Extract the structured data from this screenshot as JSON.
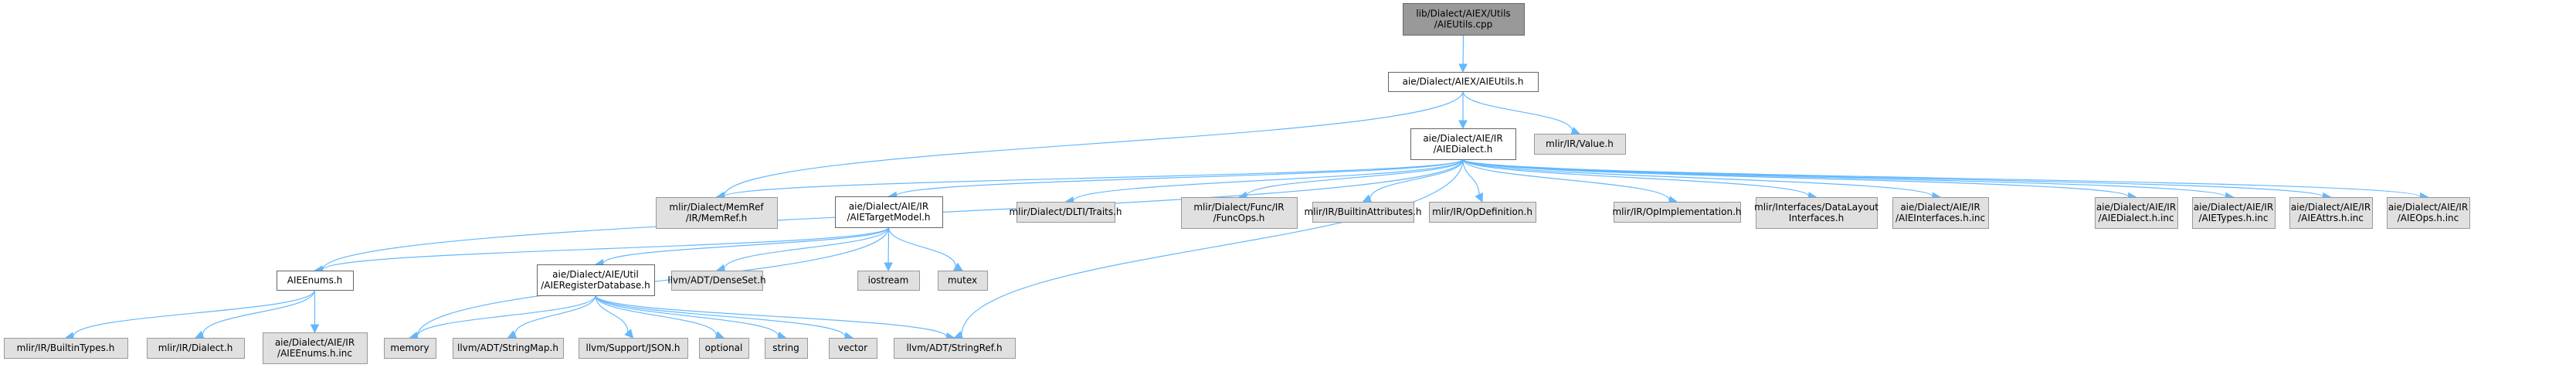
{
  "diagram": {
    "type": "include-dependency-graph",
    "colors": {
      "root_fill": "#999999",
      "root_border": "#666666",
      "documented_fill": "#ffffff",
      "documented_border": "#666666",
      "external_fill": "#e0e0e0",
      "external_border": "#999999",
      "edge": "#63b8ff"
    },
    "nodes": [
      {
        "id": "root",
        "lines": [
          "lib/Dialect/AIEX/Utils",
          "/AIEUtils.cpp"
        ],
        "kind": "root"
      },
      {
        "id": "aieutils_h",
        "lines": [
          "aie/Dialect/AIEX/AIEUtils.h"
        ],
        "kind": "documented"
      },
      {
        "id": "aiedialect_h",
        "lines": [
          "aie/Dialect/AIE/IR",
          "/AIEDialect.h"
        ],
        "kind": "documented"
      },
      {
        "id": "value_h",
        "lines": [
          "mlir/IR/Value.h"
        ],
        "kind": "external"
      },
      {
        "id": "memref_h",
        "lines": [
          "mlir/Dialect/MemRef",
          "/IR/MemRef.h"
        ],
        "kind": "external"
      },
      {
        "id": "targetmodel_h",
        "lines": [
          "aie/Dialect/AIE/IR",
          "/AIETargetModel.h"
        ],
        "kind": "documented"
      },
      {
        "id": "dlti_traits",
        "lines": [
          "mlir/Dialect/DLTI/Traits.h"
        ],
        "kind": "external"
      },
      {
        "id": "funcops",
        "lines": [
          "mlir/Dialect/Func/IR",
          "/FuncOps.h"
        ],
        "kind": "external"
      },
      {
        "id": "builtinattrs",
        "lines": [
          "mlir/IR/BuiltinAttributes.h"
        ],
        "kind": "external"
      },
      {
        "id": "opdefinition",
        "lines": [
          "mlir/IR/OpDefinition.h"
        ],
        "kind": "external"
      },
      {
        "id": "opimplementation",
        "lines": [
          "mlir/IR/OpImplementation.h"
        ],
        "kind": "external"
      },
      {
        "id": "datalayout",
        "lines": [
          "mlir/Interfaces/DataLayout",
          "Interfaces.h"
        ],
        "kind": "external"
      },
      {
        "id": "aieinterfaces_inc",
        "lines": [
          "aie/Dialect/AIE/IR",
          "/AIEInterfaces.h.inc"
        ],
        "kind": "external"
      },
      {
        "id": "aiedialect_inc",
        "lines": [
          "aie/Dialect/AIE/IR",
          "/AIEDialect.h.inc"
        ],
        "kind": "external"
      },
      {
        "id": "aietypes_inc",
        "lines": [
          "aie/Dialect/AIE/IR",
          "/AIETypes.h.inc"
        ],
        "kind": "external"
      },
      {
        "id": "aieattrs_inc",
        "lines": [
          "aie/Dialect/AIE/IR",
          "/AIEAttrs.h.inc"
        ],
        "kind": "external"
      },
      {
        "id": "aieops_inc",
        "lines": [
          "aie/Dialect/AIE/IR",
          "/AIEOps.h.inc"
        ],
        "kind": "external"
      },
      {
        "id": "aieenums_h",
        "lines": [
          "AIEEnums.h"
        ],
        "kind": "documented"
      },
      {
        "id": "regdb_h",
        "lines": [
          "aie/Dialect/AIE/Util",
          "/AIERegisterDatabase.h"
        ],
        "kind": "documented"
      },
      {
        "id": "denseset",
        "lines": [
          "llvm/ADT/DenseSet.h"
        ],
        "kind": "external"
      },
      {
        "id": "iostream",
        "lines": [
          "iostream"
        ],
        "kind": "external"
      },
      {
        "id": "mutex",
        "lines": [
          "mutex"
        ],
        "kind": "external"
      },
      {
        "id": "builtintypes",
        "lines": [
          "mlir/IR/BuiltinTypes.h"
        ],
        "kind": "external"
      },
      {
        "id": "dialect_h",
        "lines": [
          "mlir/IR/Dialect.h"
        ],
        "kind": "external"
      },
      {
        "id": "aieenums_inc",
        "lines": [
          "aie/Dialect/AIE/IR",
          "/AIEEnums.h.inc"
        ],
        "kind": "external"
      },
      {
        "id": "memory",
        "lines": [
          "memory"
        ],
        "kind": "external"
      },
      {
        "id": "stringmap",
        "lines": [
          "llvm/ADT/StringMap.h"
        ],
        "kind": "external"
      },
      {
        "id": "json",
        "lines": [
          "llvm/Support/JSON.h"
        ],
        "kind": "external"
      },
      {
        "id": "optional",
        "lines": [
          "optional"
        ],
        "kind": "external"
      },
      {
        "id": "string",
        "lines": [
          "string"
        ],
        "kind": "external"
      },
      {
        "id": "vector",
        "lines": [
          "vector"
        ],
        "kind": "external"
      },
      {
        "id": "stringref",
        "lines": [
          "llvm/ADT/StringRef.h"
        ],
        "kind": "external"
      }
    ],
    "edges": [
      [
        "root",
        "aieutils_h"
      ],
      [
        "aieutils_h",
        "aiedialect_h"
      ],
      [
        "aieutils_h",
        "value_h"
      ],
      [
        "aieutils_h",
        "memref_h"
      ],
      [
        "aiedialect_h",
        "memref_h"
      ],
      [
        "aiedialect_h",
        "targetmodel_h"
      ],
      [
        "aiedialect_h",
        "aieenums_h"
      ],
      [
        "aiedialect_h",
        "dlti_traits"
      ],
      [
        "aiedialect_h",
        "funcops"
      ],
      [
        "aiedialect_h",
        "builtinattrs"
      ],
      [
        "aiedialect_h",
        "opdefinition"
      ],
      [
        "aiedialect_h",
        "opimplementation"
      ],
      [
        "aiedialect_h",
        "datalayout"
      ],
      [
        "aiedialect_h",
        "aieinterfaces_inc"
      ],
      [
        "aiedialect_h",
        "aiedialect_inc"
      ],
      [
        "aiedialect_h",
        "aietypes_inc"
      ],
      [
        "aiedialect_h",
        "aieattrs_inc"
      ],
      [
        "aiedialect_h",
        "aieops_inc"
      ],
      [
        "aiedialect_h",
        "stringref"
      ],
      [
        "targetmodel_h",
        "aieenums_h"
      ],
      [
        "targetmodel_h",
        "regdb_h"
      ],
      [
        "targetmodel_h",
        "denseset"
      ],
      [
        "targetmodel_h",
        "iostream"
      ],
      [
        "targetmodel_h",
        "mutex"
      ],
      [
        "targetmodel_h",
        "memory"
      ],
      [
        "aieenums_h",
        "builtintypes"
      ],
      [
        "aieenums_h",
        "dialect_h"
      ],
      [
        "aieenums_h",
        "aieenums_inc"
      ],
      [
        "regdb_h",
        "memory"
      ],
      [
        "regdb_h",
        "stringmap"
      ],
      [
        "regdb_h",
        "json"
      ],
      [
        "regdb_h",
        "optional"
      ],
      [
        "regdb_h",
        "string"
      ],
      [
        "regdb_h",
        "vector"
      ],
      [
        "regdb_h",
        "stringref"
      ]
    ]
  }
}
